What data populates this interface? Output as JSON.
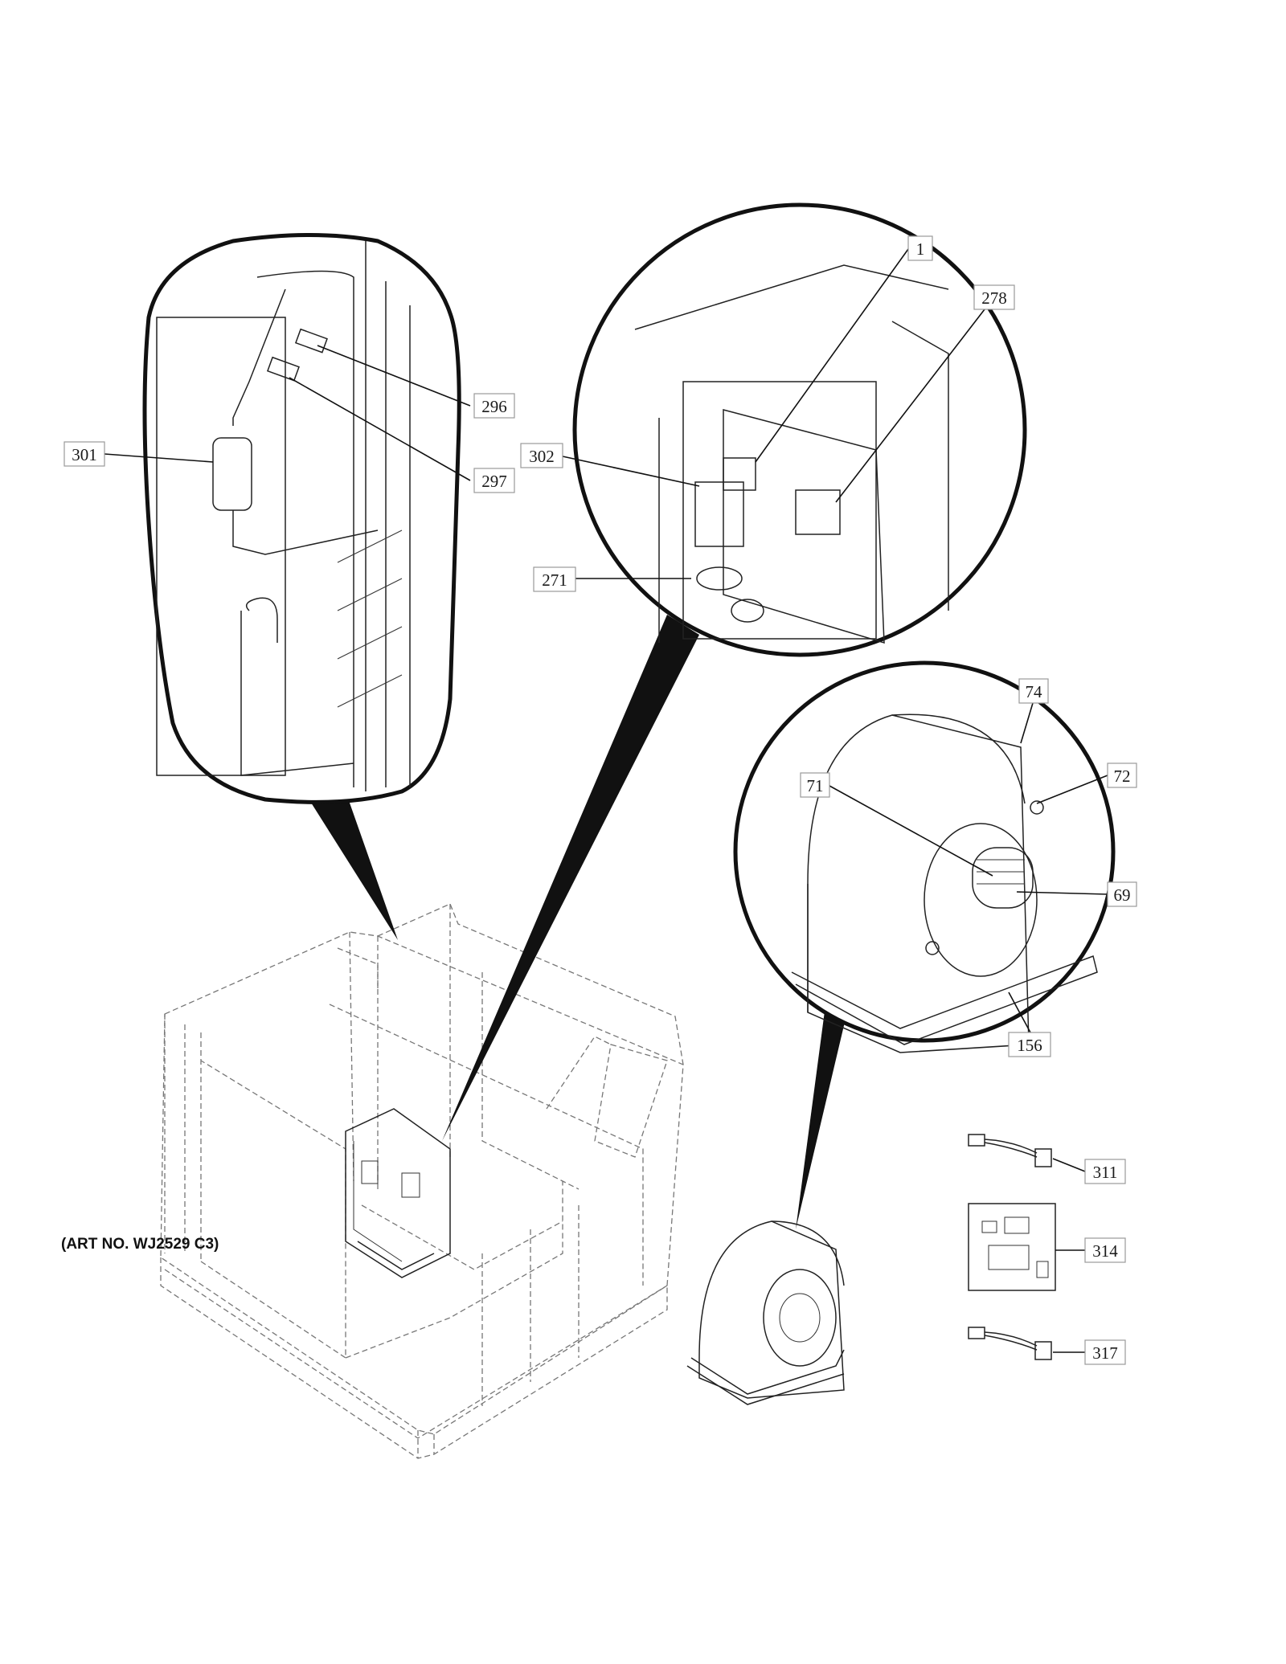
{
  "diagram": {
    "art_number": "(ART NO. WJ2529 C3)",
    "callouts": [
      {
        "id": "c1",
        "label": "1"
      },
      {
        "id": "c278",
        "label": "278"
      },
      {
        "id": "c296",
        "label": "296"
      },
      {
        "id": "c297",
        "label": "297"
      },
      {
        "id": "c301",
        "label": "301"
      },
      {
        "id": "c302",
        "label": "302"
      },
      {
        "id": "c271",
        "label": "271"
      },
      {
        "id": "c74",
        "label": "74"
      },
      {
        "id": "c72",
        "label": "72"
      },
      {
        "id": "c71",
        "label": "71"
      },
      {
        "id": "c69",
        "label": "69"
      },
      {
        "id": "c156",
        "label": "156"
      },
      {
        "id": "c311",
        "label": "311"
      },
      {
        "id": "c314",
        "label": "314"
      },
      {
        "id": "c317",
        "label": "317"
      }
    ],
    "colors": {
      "line": "#222222",
      "hidden_line": "#777777",
      "callout_border": "#9a9a9a",
      "background": "#ffffff"
    }
  }
}
